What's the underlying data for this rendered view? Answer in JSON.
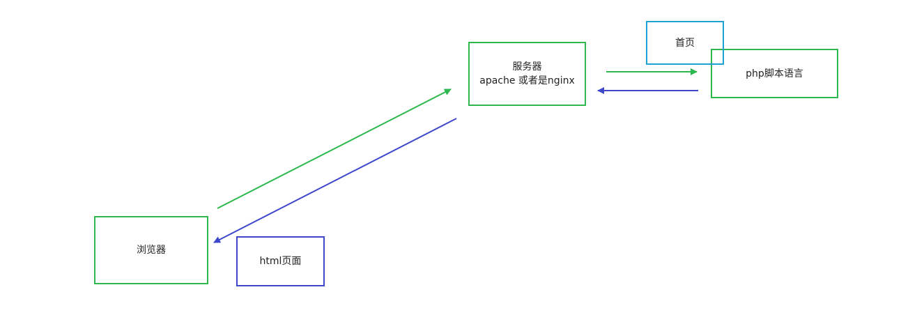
{
  "nodes": {
    "server": {
      "line1": "服务器",
      "line2": "apache 或者是nginx"
    },
    "home": {
      "label": "首页"
    },
    "php": {
      "label": "php脚本语言"
    },
    "browser": {
      "label": "浏览器"
    },
    "html": {
      "label": "html页面"
    }
  },
  "colors": {
    "request": "#2db84d",
    "response": "#3d47c9",
    "home_border": "#1ea2d6"
  }
}
